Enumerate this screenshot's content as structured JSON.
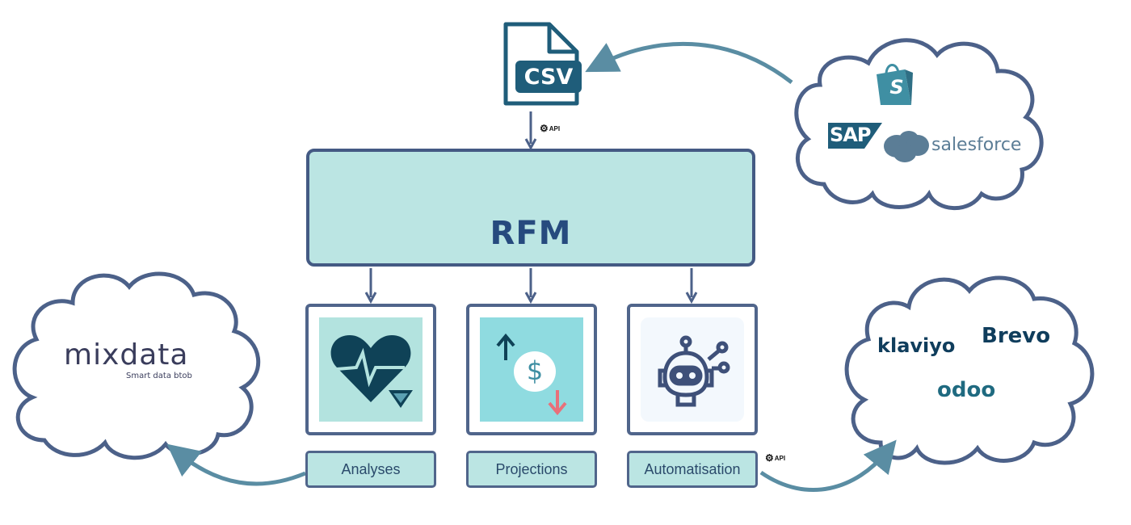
{
  "center": {
    "title": "RFM",
    "icon": "person-bar-chart-icon"
  },
  "source": {
    "file_label": "CSV",
    "file_icon": "csv-file-icon",
    "api_label": "API"
  },
  "source_cloud": {
    "logos": [
      {
        "name": "Shopify",
        "icon": "shopify-bag-icon",
        "glyph": "S"
      },
      {
        "name": "SAP",
        "text": "SAP"
      },
      {
        "name": "Salesforce",
        "text": "salesforce"
      }
    ]
  },
  "modules": [
    {
      "label": "Analyses",
      "icon": "heart-pulse-icon"
    },
    {
      "label": "Projections",
      "icon": "dollar-up-down-icon",
      "glyph": "$"
    },
    {
      "label": "Automatisation",
      "icon": "robot-icon"
    }
  ],
  "analysis_cloud": {
    "brand": "mixdata",
    "tagline": "Smart data btob"
  },
  "automation_cloud": {
    "api_label": "API",
    "logos": [
      {
        "name": "klaviyo",
        "text": "klaviyo"
      },
      {
        "name": "Brevo",
        "text": "Brevo"
      },
      {
        "name": "odoo",
        "text": "odoo"
      }
    ]
  },
  "colors": {
    "outline": "#4c6189",
    "arrow": "#5a8da3",
    "box_fill": "#bbe5e3",
    "navy": "#264a7e",
    "csv": "#1f5d7a"
  }
}
